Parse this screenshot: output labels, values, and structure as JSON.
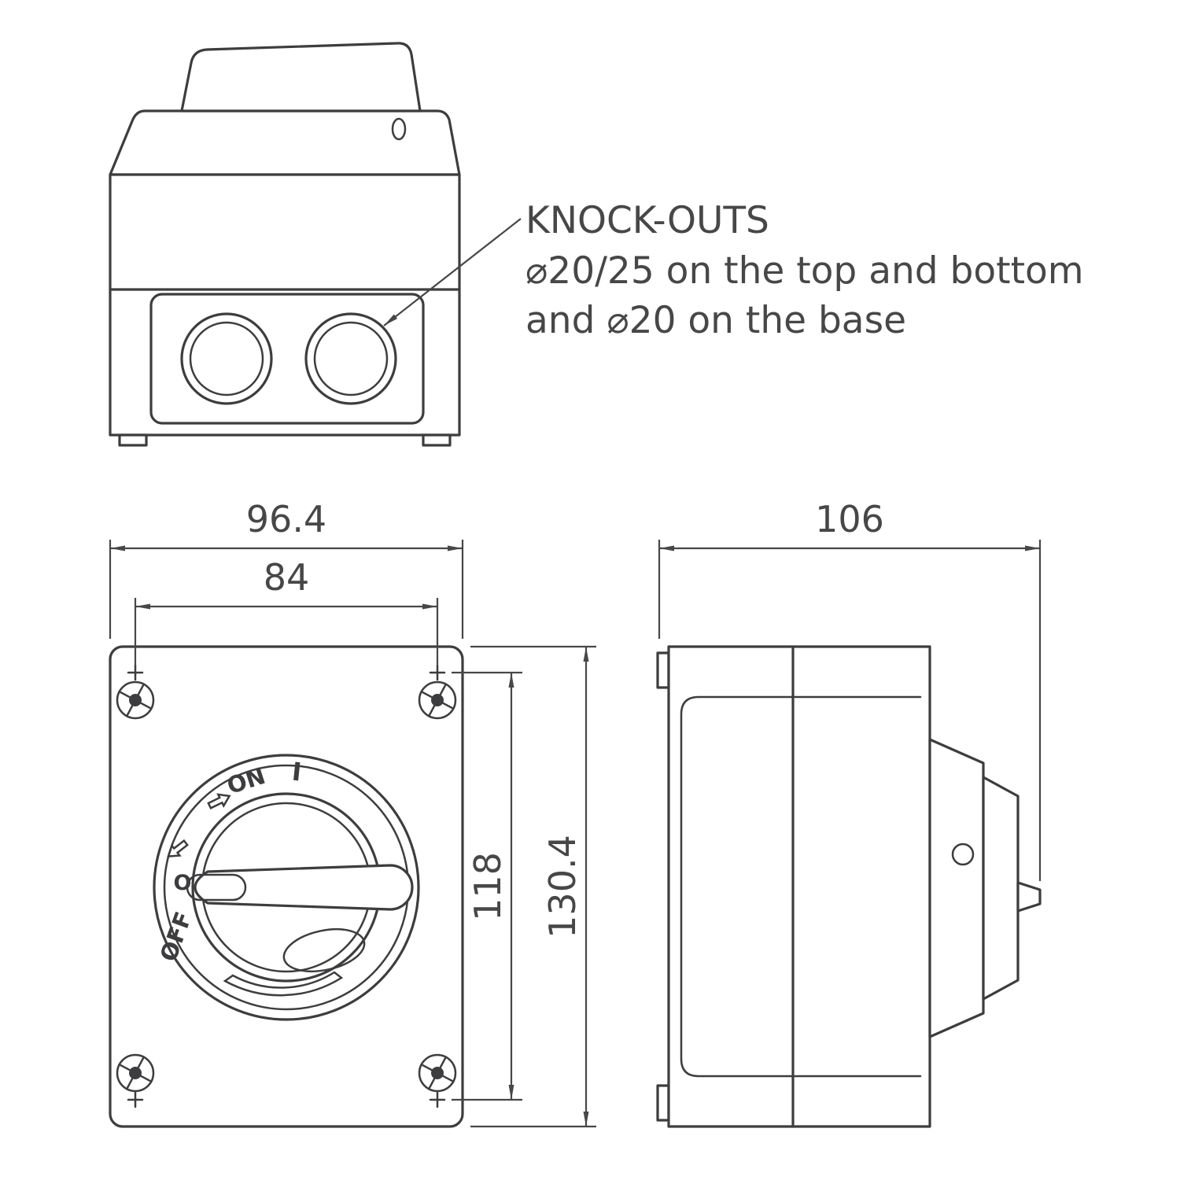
{
  "drawing": {
    "annotation": {
      "title": "KNOCK-OUTS",
      "line1": "⌀20/25 on the top and bottom",
      "line2": "and ⌀20 on the base"
    },
    "dims": {
      "overall_width_mm": "96.4",
      "mounting_width_mm": "84",
      "depth_mm": "106",
      "mounting_height_mm": "118",
      "overall_height_mm": "130.4"
    },
    "switch": {
      "on_label": "ON",
      "on_symbol": "I",
      "off_label": "OFF",
      "off_symbol": "O"
    },
    "colors": {
      "line": "#3d3d3f",
      "text": "#474747",
      "background": "#ffffff"
    }
  }
}
